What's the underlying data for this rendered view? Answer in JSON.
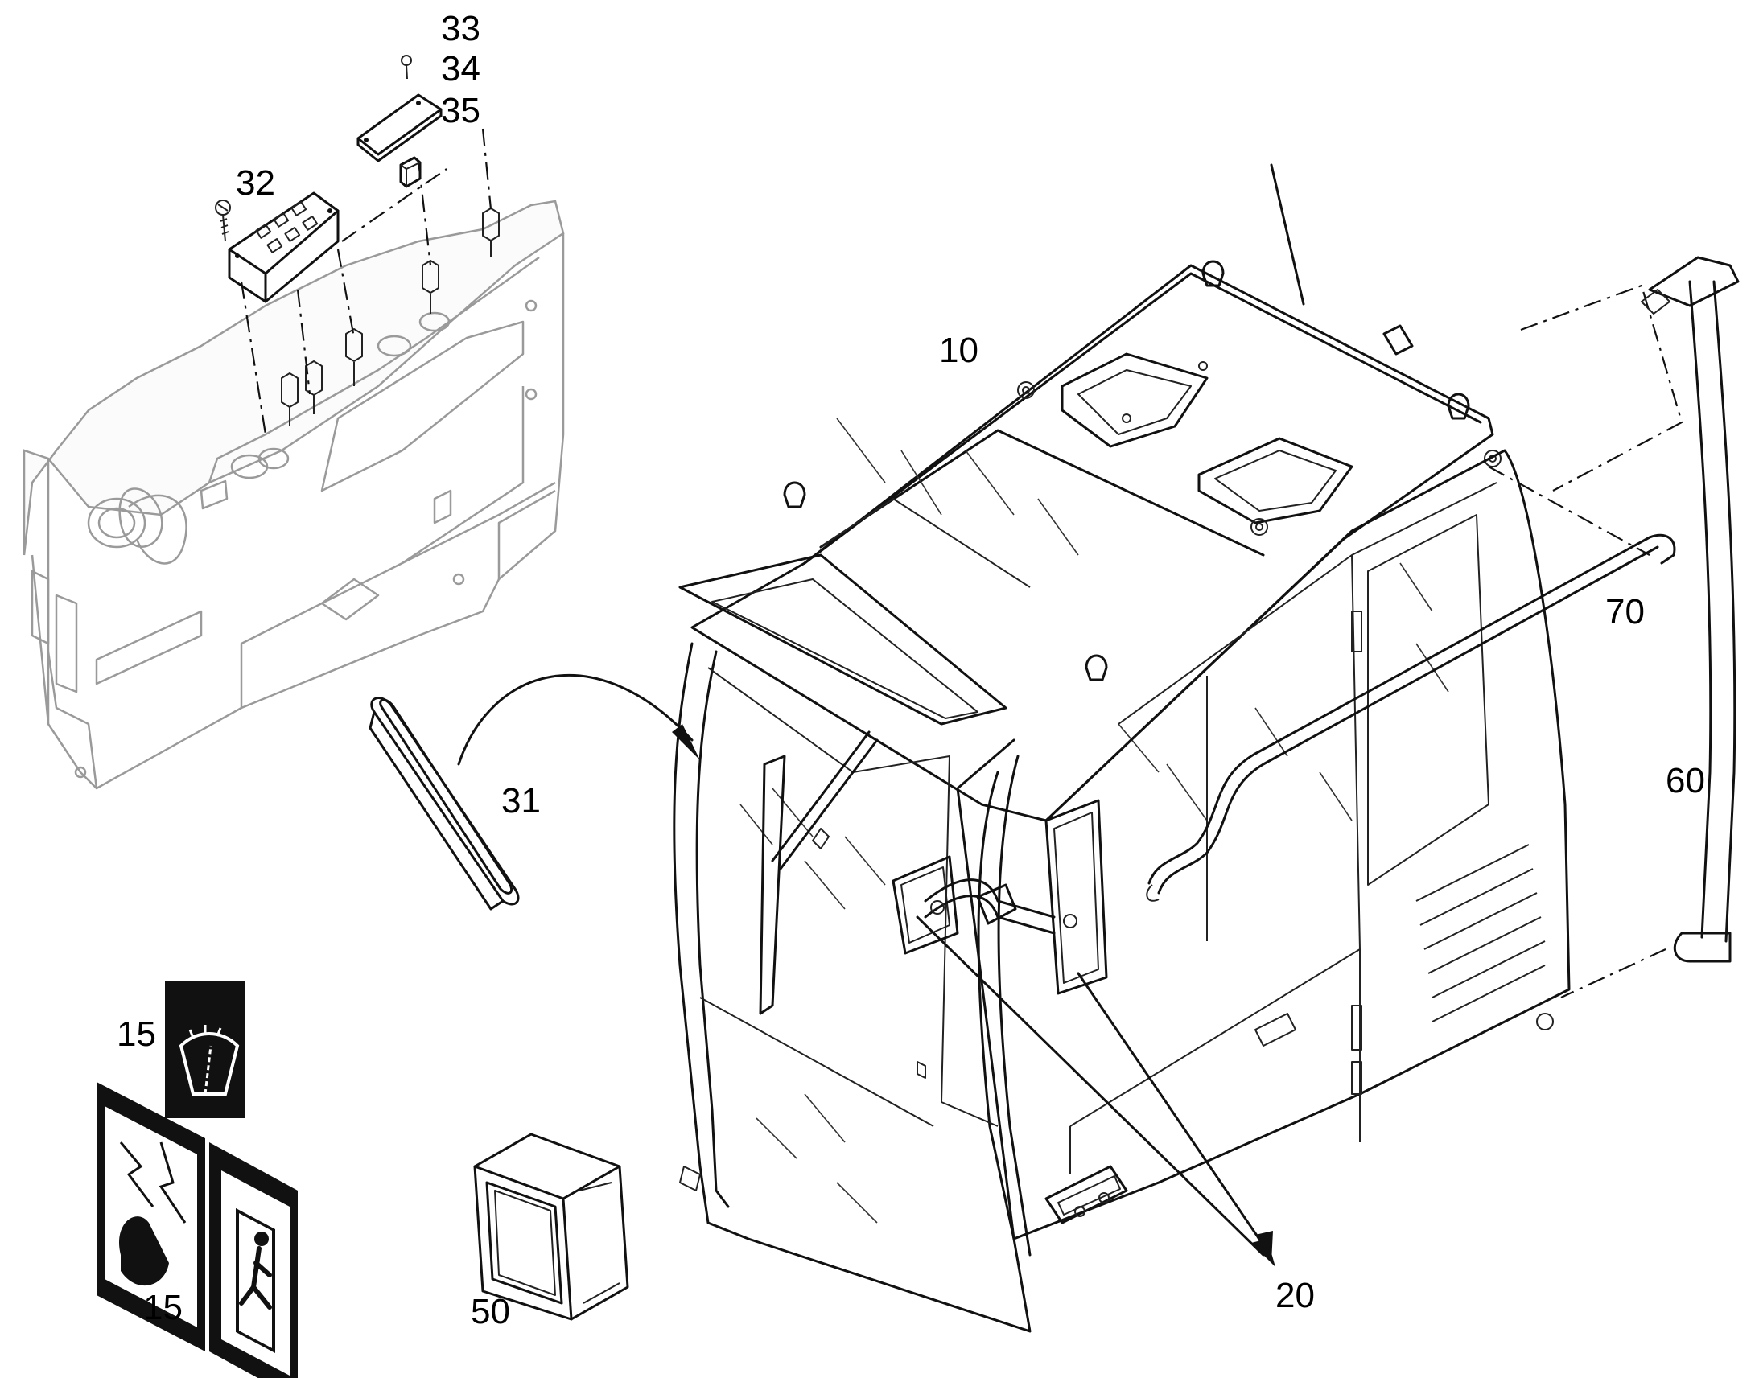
{
  "labels": {
    "l10": "10",
    "l15a": "15",
    "l15b": "15",
    "l20": "20",
    "l31": "31",
    "l32": "32",
    "l33": "33",
    "l34": "34",
    "l35": "35",
    "l50": "50",
    "l60": "60",
    "l70": "70"
  },
  "colors": {
    "line": "#111111",
    "ghost_part": "#9a9a9a",
    "background": "#ffffff"
  },
  "icons": [
    "screw-icon",
    "switch-panel-icon",
    "cover-plate-icon",
    "washer-decal-icon",
    "electric-hazard-decal-icon",
    "emergency-exit-decal-icon",
    "work-lamp-icon",
    "mirror-icon",
    "handrail-icon",
    "antenna-icon"
  ]
}
